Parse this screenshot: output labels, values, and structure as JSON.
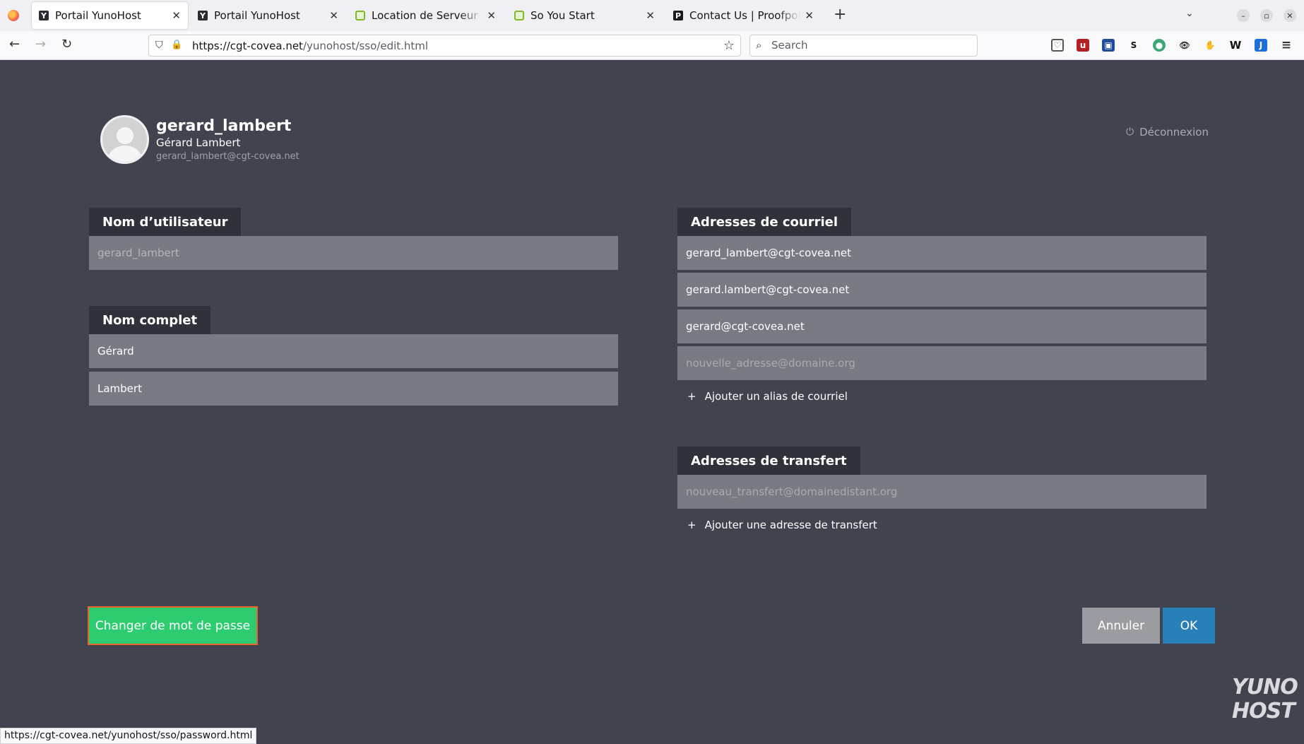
{
  "browser": {
    "tabs": [
      {
        "title": "Portail YunoHost",
        "favicon": "yunohost-icon",
        "active": true
      },
      {
        "title": "Portail YunoHost",
        "favicon": "yunohost-icon",
        "active": false
      },
      {
        "title": "Location de Serveur dédi",
        "favicon": "ovh-icon",
        "active": false
      },
      {
        "title": "So You Start",
        "favicon": "ovh-icon",
        "active": false
      },
      {
        "title": "Contact Us | Proofpoint U",
        "favicon": "proofpoint-icon",
        "active": false
      }
    ],
    "url_domain": "https://cgt-covea.net",
    "url_path": "/yunohost/sso/edit.html",
    "search_placeholder": "Search",
    "status_url": "https://cgt-covea.net/yunohost/sso/password.html"
  },
  "user": {
    "username": "gerard_lambert",
    "fullname": "Gérard Lambert",
    "email": "gerard_lambert@cgt-covea.net"
  },
  "logout_label": "Déconnexion",
  "form": {
    "username_label": "Nom d’utilisateur",
    "username_value": "gerard_lambert",
    "fullname_label": "Nom complet",
    "firstname_value": "Gérard",
    "lastname_value": "Lambert",
    "mail_label": "Adresses de courriel",
    "mail_main": "gerard_lambert@cgt-covea.net",
    "mail_aliases": [
      "gerard.lambert@cgt-covea.net",
      "gerard@cgt-covea.net"
    ],
    "mail_new_placeholder": "nouvelle_adresse@domaine.org",
    "add_alias_label": "Ajouter un alias de courriel",
    "forward_label": "Adresses de transfert",
    "forward_placeholder": "nouveau_transfert@domainedistant.org",
    "add_forward_label": "Ajouter une adresse de transfert"
  },
  "buttons": {
    "change_password": "Changer de mot de passe",
    "cancel": "Annuler",
    "ok": "OK"
  },
  "logo": {
    "line1": "YUNO",
    "line2": "HOST"
  }
}
